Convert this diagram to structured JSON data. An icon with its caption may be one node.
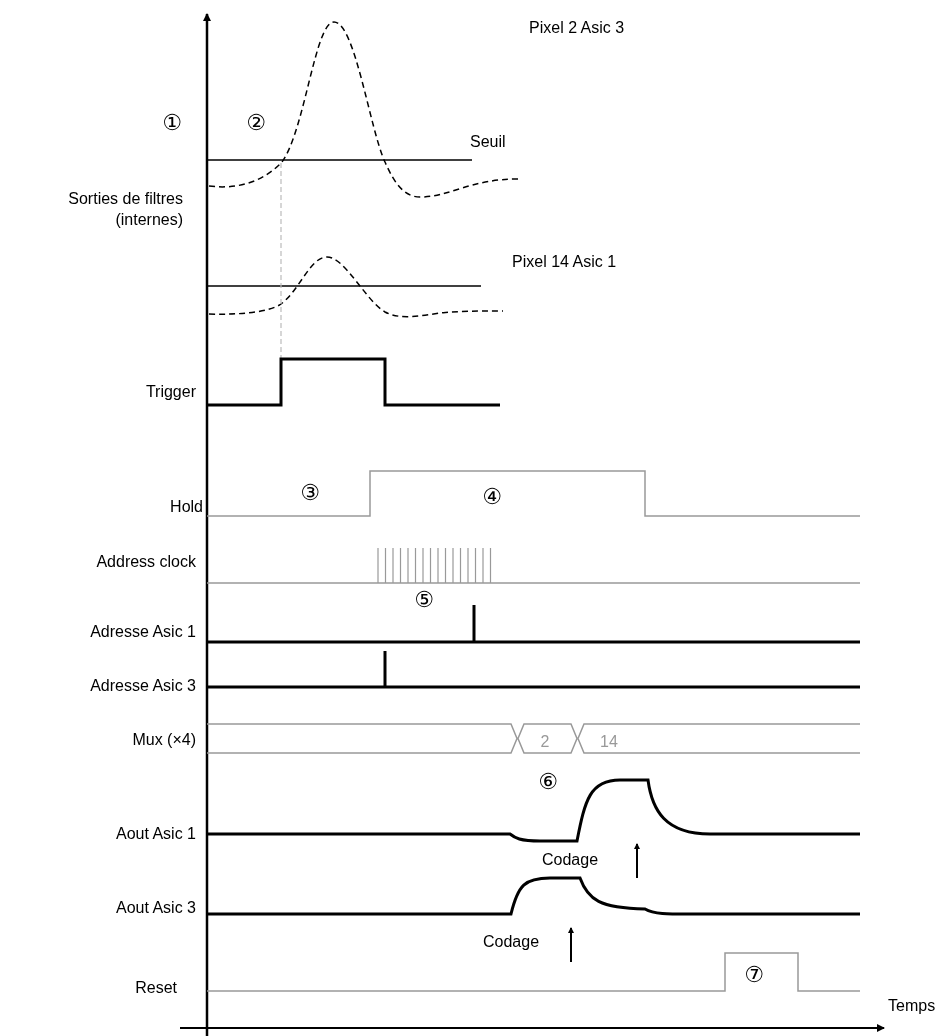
{
  "diagram": {
    "labels": [
      "Pixel 2 Asic 3",
      "①",
      "②",
      "Seuil",
      "Sorties de filtres (internes)",
      "Pixel 14 Asic 1",
      "Trigger",
      "Hold",
      "③",
      "④",
      "Address clock",
      "⑤",
      "Adresse Asic 1",
      "Adresse Asic 3",
      "Mux (×4)",
      "2",
      "14",
      "⑥",
      "Aout Asic 1",
      "Codage",
      "Aout Asic 3",
      "Codage",
      "Reset",
      "⑦",
      "Temps"
    ]
  }
}
